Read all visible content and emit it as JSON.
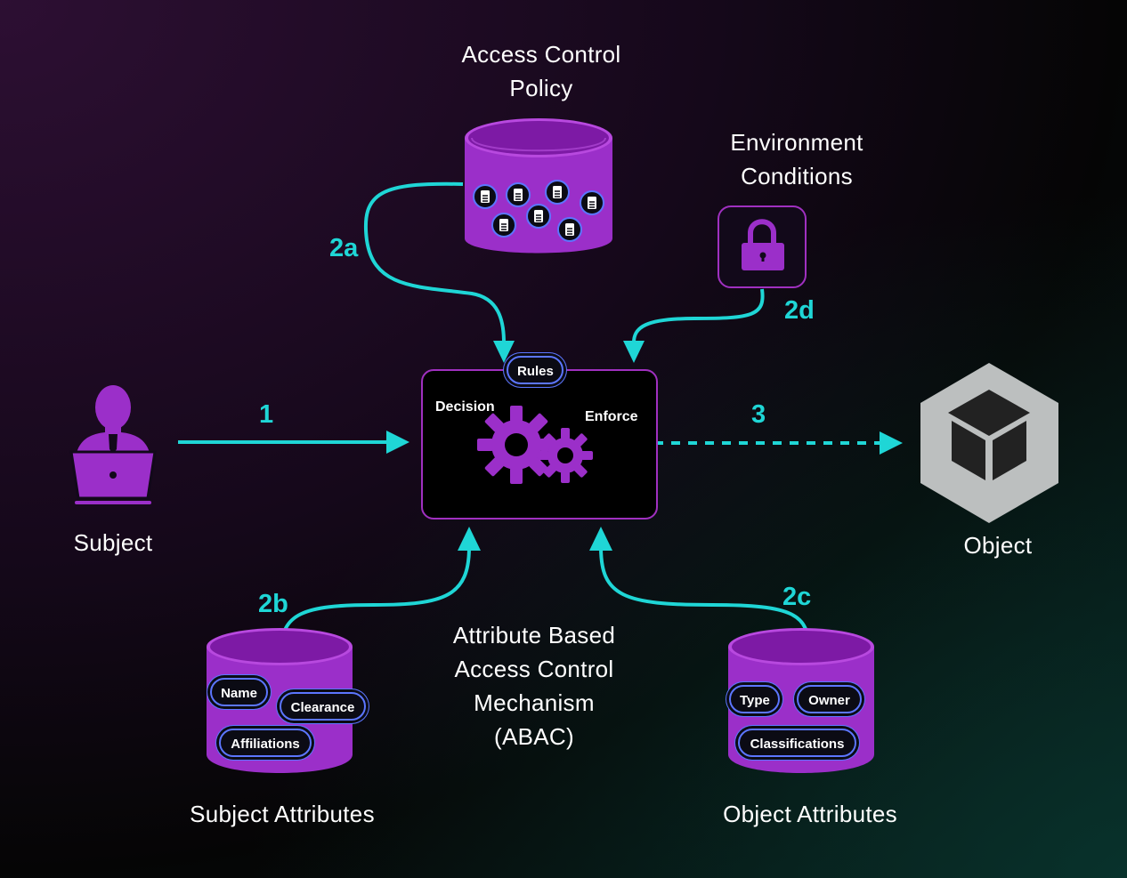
{
  "labels": {
    "policy": [
      "Access Control",
      "Policy"
    ],
    "environment": [
      "Environment",
      "Conditions"
    ],
    "subject": "Subject",
    "object": "Object",
    "mechanism": [
      "Attribute Based",
      "Access Control",
      "Mechanism",
      "(ABAC)"
    ],
    "subject_attributes": "Subject Attributes",
    "object_attributes": "Object Attributes"
  },
  "steps": {
    "s1": "1",
    "s2a": "2a",
    "s2b": "2b",
    "s2c": "2c",
    "s2d": "2d",
    "s3": "3"
  },
  "mechanism_box": {
    "rules": "Rules",
    "decision": "Decision",
    "enforce": "Enforce"
  },
  "subject_attr_pills": [
    "Name",
    "Clearance",
    "Affiliations"
  ],
  "object_attr_pills": [
    "Type",
    "Owner",
    "Classifications"
  ],
  "colors": {
    "accent_cyan": "#1fd6d6",
    "purple": "#9b2fc9",
    "pill_border": "#5c76ff",
    "cube_gray": "#b9bcbc"
  },
  "icons": [
    "database-icon",
    "document-icon",
    "lock-icon",
    "user-laptop-icon",
    "gears-icon",
    "cube-icon"
  ]
}
